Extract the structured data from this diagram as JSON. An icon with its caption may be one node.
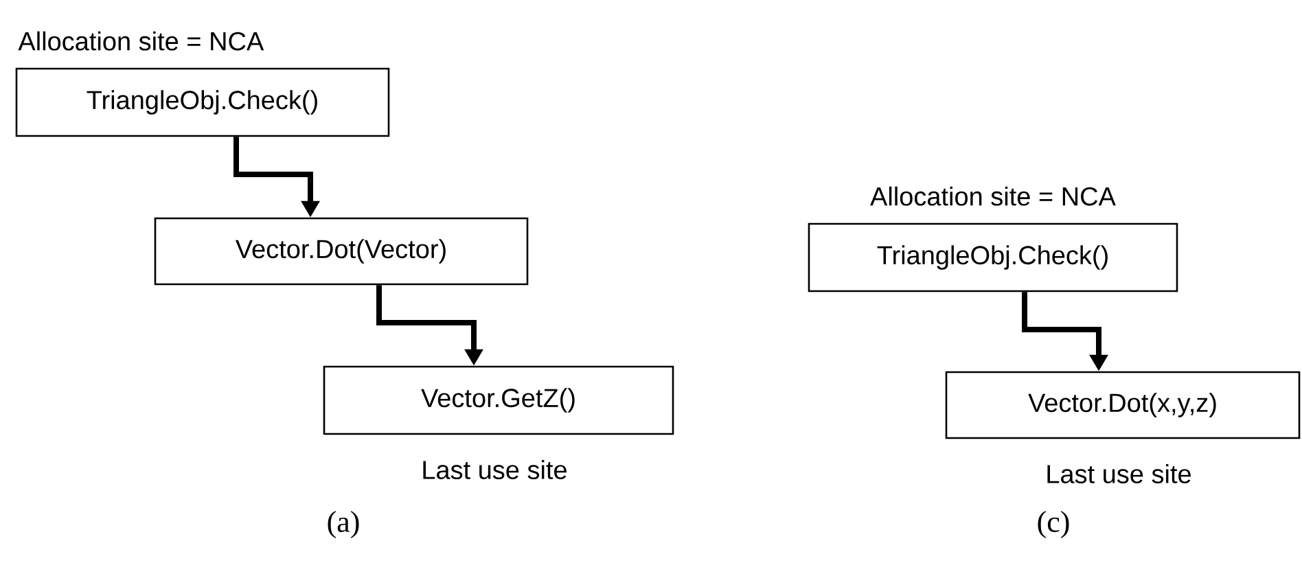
{
  "diagram": {
    "nodes": [
      {
        "text": [
          "Allocation site = NCA",
          "TriangleObj.Check()"
        ]
      },
      {
        "text": [
          "Vector.Dot(Vector)"
        ]
      },
      {
        "text": [
          "Vector.GetZ()"
        ],
        "beside": [
          "Last use site"
        ]
      },
      {
        "text": [
          "Allocation site = NCA",
          "TriangleObj.Check()"
        ]
      },
      {
        "text": [
          "Vector.Dot(x,y,z)"
        ],
        "beside": [
          "Last use site"
        ]
      }
    ],
    "edges": [
      {
        "from": 0,
        "to": 1,
        "arrow": "to"
      },
      {
        "from": 1,
        "to": 2,
        "arrow": "to"
      },
      {
        "from": 3,
        "to": 4,
        "arrow": "to"
      }
    ],
    "labels": [
      "(a)",
      "(c)"
    ]
  }
}
